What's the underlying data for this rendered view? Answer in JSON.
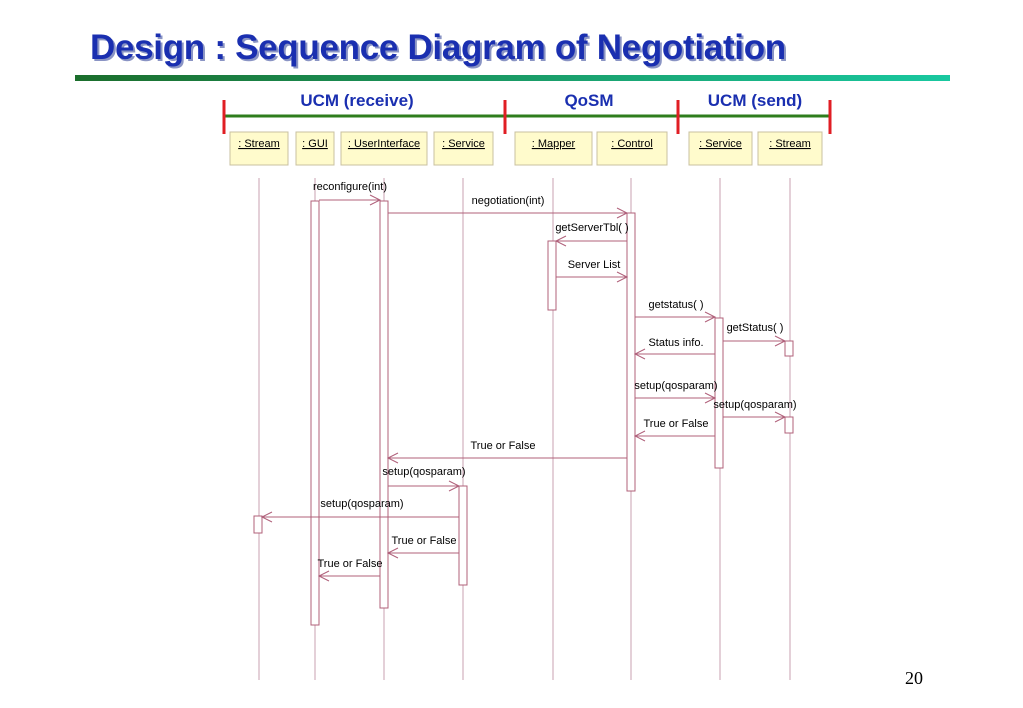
{
  "slide": {
    "title": "Design : Sequence Diagram of Negotiation",
    "page_number": "20",
    "colors": {
      "title": "#1a2fb0",
      "rule_dark": "#1b6e2c",
      "rule_light": "#19c8a0",
      "group_line": "#2e7d1c",
      "group_tick": "#e01e24",
      "group_label": "#1a2fb0",
      "lifeline": "#c9a0b0",
      "activation": "#b0607a",
      "message": "#b0607a",
      "object_fill": "#fffbcc",
      "object_border": "#c8c0a0"
    }
  },
  "groups": [
    {
      "label": "UCM (receive)"
    },
    {
      "label": "QoSM"
    },
    {
      "label": "UCM (send)"
    }
  ],
  "objects": [
    {
      "label": ": Stream"
    },
    {
      "label": ": GUI"
    },
    {
      "label": ": UserInterface"
    },
    {
      "label": ": Service"
    },
    {
      "label": ": Mapper"
    },
    {
      "label": ": Control"
    },
    {
      "label": ": Service"
    },
    {
      "label": ": Stream"
    }
  ],
  "messages": [
    {
      "label": "reconfigure(int)",
      "from": ": GUI",
      "to": ": UserInterface"
    },
    {
      "label": "negotiation(int)",
      "from": ": UserInterface",
      "to": ": Control"
    },
    {
      "label": "getServerTbl( )",
      "from": ": Control",
      "to": ": Mapper"
    },
    {
      "label": "Server List",
      "from": ": Mapper",
      "to": ": Control"
    },
    {
      "label": "getstatus( )",
      "from": ": Control",
      "to": ": Service"
    },
    {
      "label": "getStatus( )",
      "from": ": Service",
      "to": ": Stream"
    },
    {
      "label": "Status info.",
      "from": ": Service",
      "to": ": Control"
    },
    {
      "label": "setup(qosparam)",
      "from": ": Control",
      "to": ": Service"
    },
    {
      "label": "setup(qosparam)",
      "from": ": Service",
      "to": ": Stream"
    },
    {
      "label": "True or False",
      "from": ": Service",
      "to": ": Control"
    },
    {
      "label": "True or False",
      "from": ": Control",
      "to": ": UserInterface"
    },
    {
      "label": "setup(qosparam)",
      "from": ": UserInterface",
      "to": ": Service"
    },
    {
      "label": "setup(qosparam)",
      "from": ": Service",
      "to": ": Stream"
    },
    {
      "label": "True or False",
      "from": ": Service",
      "to": ": UserInterface"
    },
    {
      "label": "True or False",
      "from": ": UserInterface",
      "to": ": GUI"
    }
  ]
}
